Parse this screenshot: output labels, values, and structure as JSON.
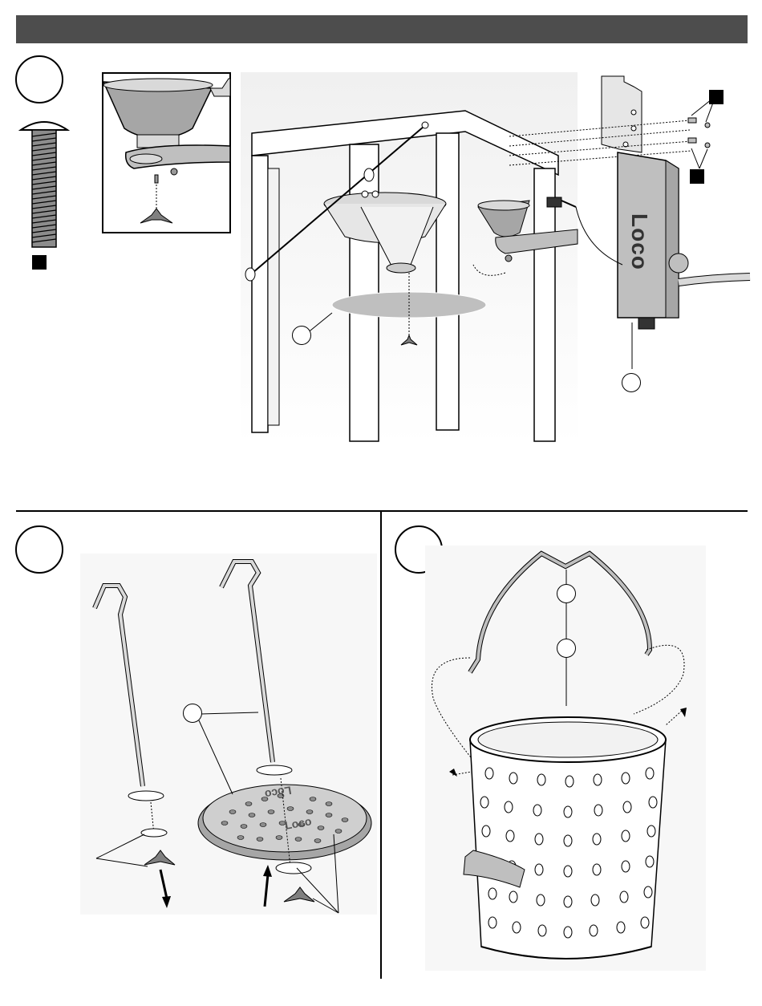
{
  "header": {
    "title": ""
  },
  "steps": [
    {
      "id": "step-top",
      "number": ""
    },
    {
      "id": "step-bottom-left",
      "number": ""
    },
    {
      "id": "step-bottom-right",
      "number": ""
    }
  ],
  "brand_mark": "Loco",
  "colors": {
    "header_bar": "#4d4d4d",
    "ink": "#000000",
    "part_fill": "#d9d9d9",
    "part_dark": "#a6a6a6"
  }
}
